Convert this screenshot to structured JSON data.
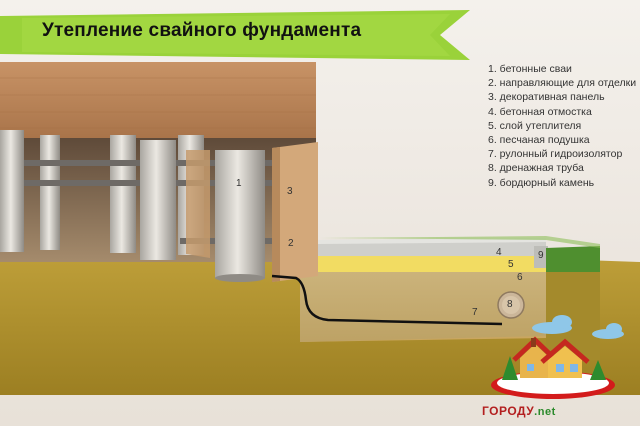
{
  "title": "Утепление свайного фундамента",
  "legend": [
    "1. бетонные сваи",
    "2. направляющие для отделки",
    "3. декоративная панель",
    "4. бетонная отмостка",
    "5. слой утеплителя",
    "6. песчаная подушка",
    "7. рулонный гидроизолятор",
    "8. дренажная труба",
    "9. бордюрный камень"
  ],
  "callouts": [
    "1",
    "2",
    "3",
    "4",
    "5",
    "6",
    "7",
    "8",
    "9"
  ],
  "logo": {
    "main": "ГОРОДУ",
    "suffix": ".net"
  },
  "colors": {
    "banner": "#9ad23a",
    "wood": "#b98757",
    "soil": "#b39637",
    "insulation": "#f2dc62",
    "grass": "#4f8f2f",
    "logo_red": "#b31f1f"
  }
}
